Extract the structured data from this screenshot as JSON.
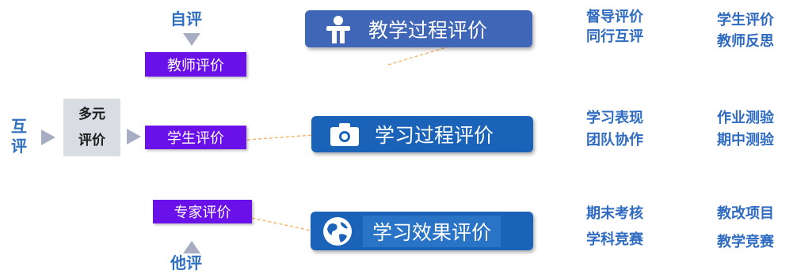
{
  "labels": {
    "self_eval": "自评",
    "mutual_eval": [
      "互",
      "评"
    ],
    "other_eval": "他评"
  },
  "center": {
    "line1": "多元",
    "line2": "评价"
  },
  "evaluators": {
    "teacher": "教师评价",
    "student": "学生评价",
    "expert": "专家评价"
  },
  "processes": [
    {
      "title": "教学过程评价",
      "icon": "teacher-icon",
      "items": [
        "督导评价",
        "学生评价",
        "同行互评",
        "教师反思"
      ]
    },
    {
      "title": "学习过程评价",
      "icon": "camera-icon",
      "items": [
        "学习表现",
        "作业测验",
        "团队协作",
        "期中测验"
      ]
    },
    {
      "title": "学习效果评价",
      "icon": "globe-icon",
      "items": [
        "期末考核",
        "教改项目",
        "学科竞赛",
        "教学竞赛"
      ]
    }
  ],
  "colors": {
    "purple": "#6a10e8",
    "dark_blue": "#4066b8",
    "mid_blue": "#1a63b9",
    "blue_text": "#2e6bc1",
    "arrow_gray": "#a7aec3",
    "dash_orange": "#f5b66d"
  }
}
